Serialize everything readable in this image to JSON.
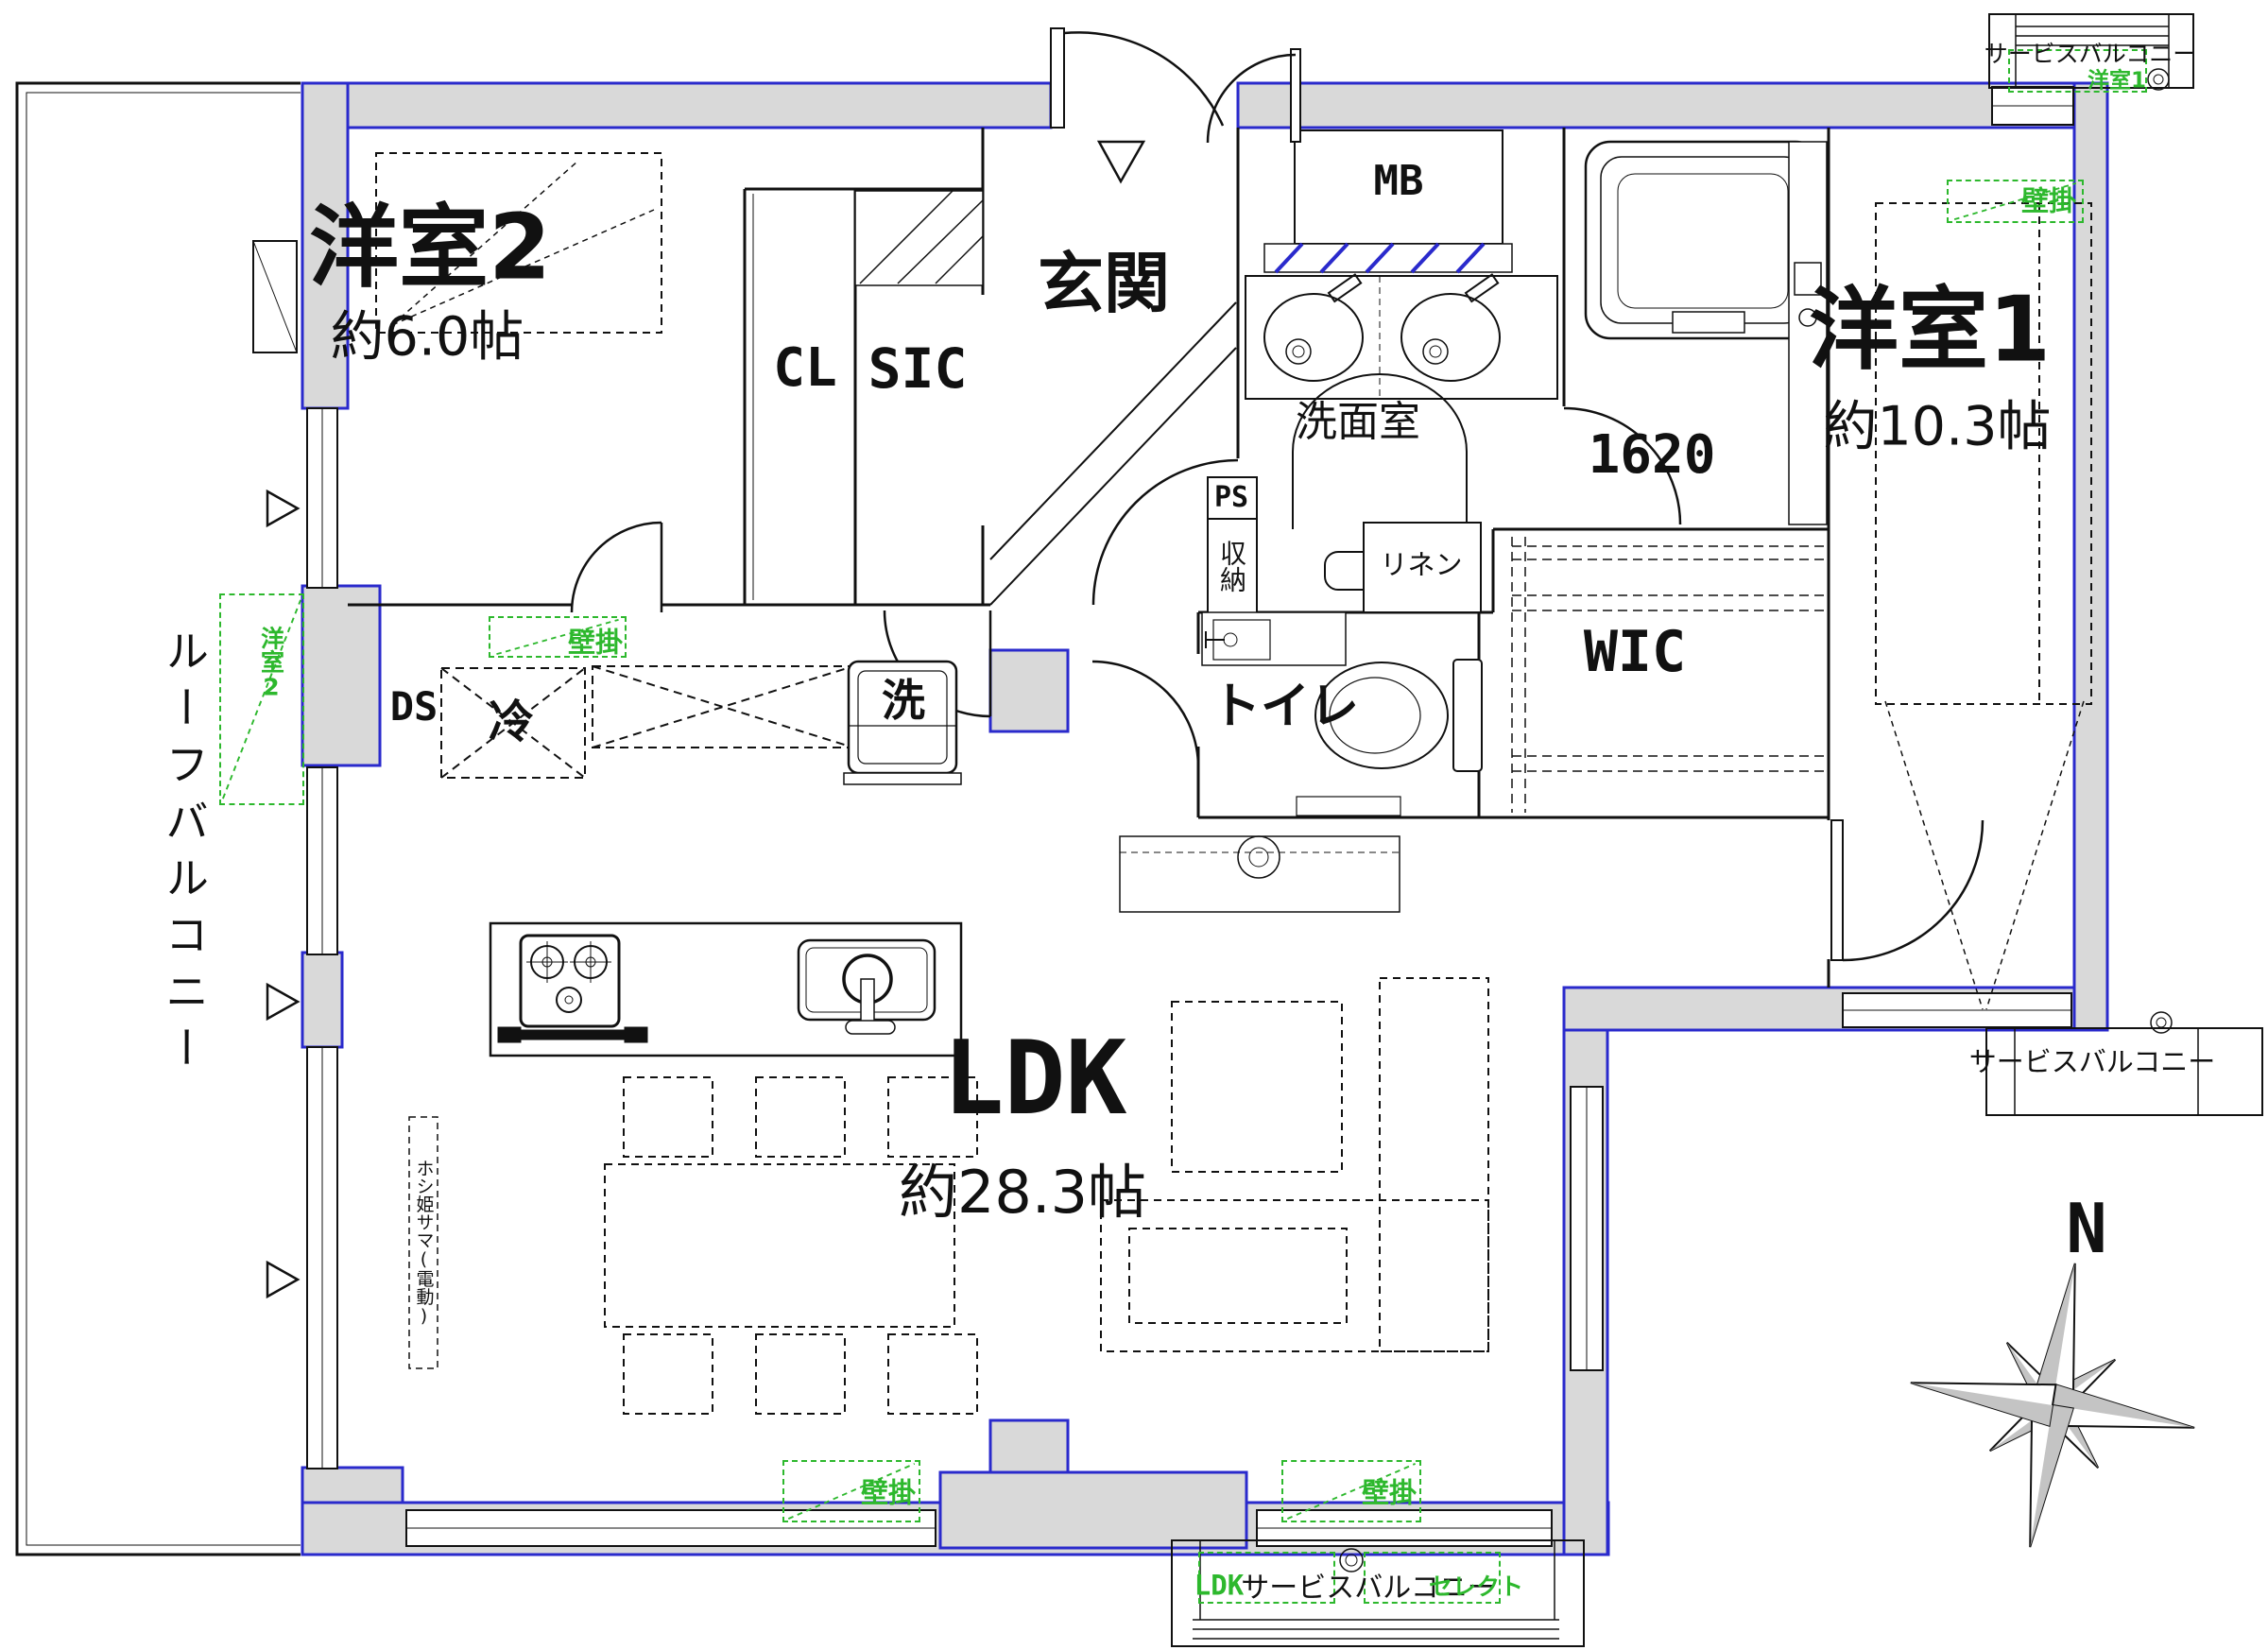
{
  "rooms": {
    "yoshitsu2": {
      "name": "洋室2",
      "size": "約6.0帖"
    },
    "yoshitsu1": {
      "name": "洋室1",
      "size": "約10.3帖"
    },
    "ldk": {
      "name": "LDK",
      "size": "約28.3帖"
    },
    "genkan": {
      "name": "玄関"
    },
    "senmenshitsu": {
      "name": "洗面室"
    },
    "bath": {
      "name": "1620"
    },
    "toilet": {
      "name": "トイレ"
    },
    "wic": {
      "name": "WIC"
    },
    "cl": {
      "name": "CL"
    },
    "sic": {
      "name": "SIC"
    },
    "linen": {
      "name": "リネン"
    },
    "mb": {
      "name": "MB"
    },
    "ps": {
      "name": "PS"
    },
    "shunou": {
      "name": "収納"
    },
    "ds": {
      "name": "DS"
    },
    "fridge": {
      "name": "冷"
    },
    "washer": {
      "name": "洗"
    }
  },
  "balconies": {
    "roof": "ルーフバルコニー",
    "service": "サービスバルコニー"
  },
  "annotations": {
    "wall_mount": "壁掛",
    "tag_room1": "洋室1",
    "tag_room2": "洋室2",
    "tag_ldk": "LDK",
    "tag_select": "セレクト",
    "hoshihime": "ホシ姫サマ(電動)",
    "north": "N"
  },
  "colors": {
    "wall_fill": "#d9d9d9",
    "line_blue": "#2a2acc",
    "green": "#2db82d",
    "black": "#1a1a1a"
  }
}
